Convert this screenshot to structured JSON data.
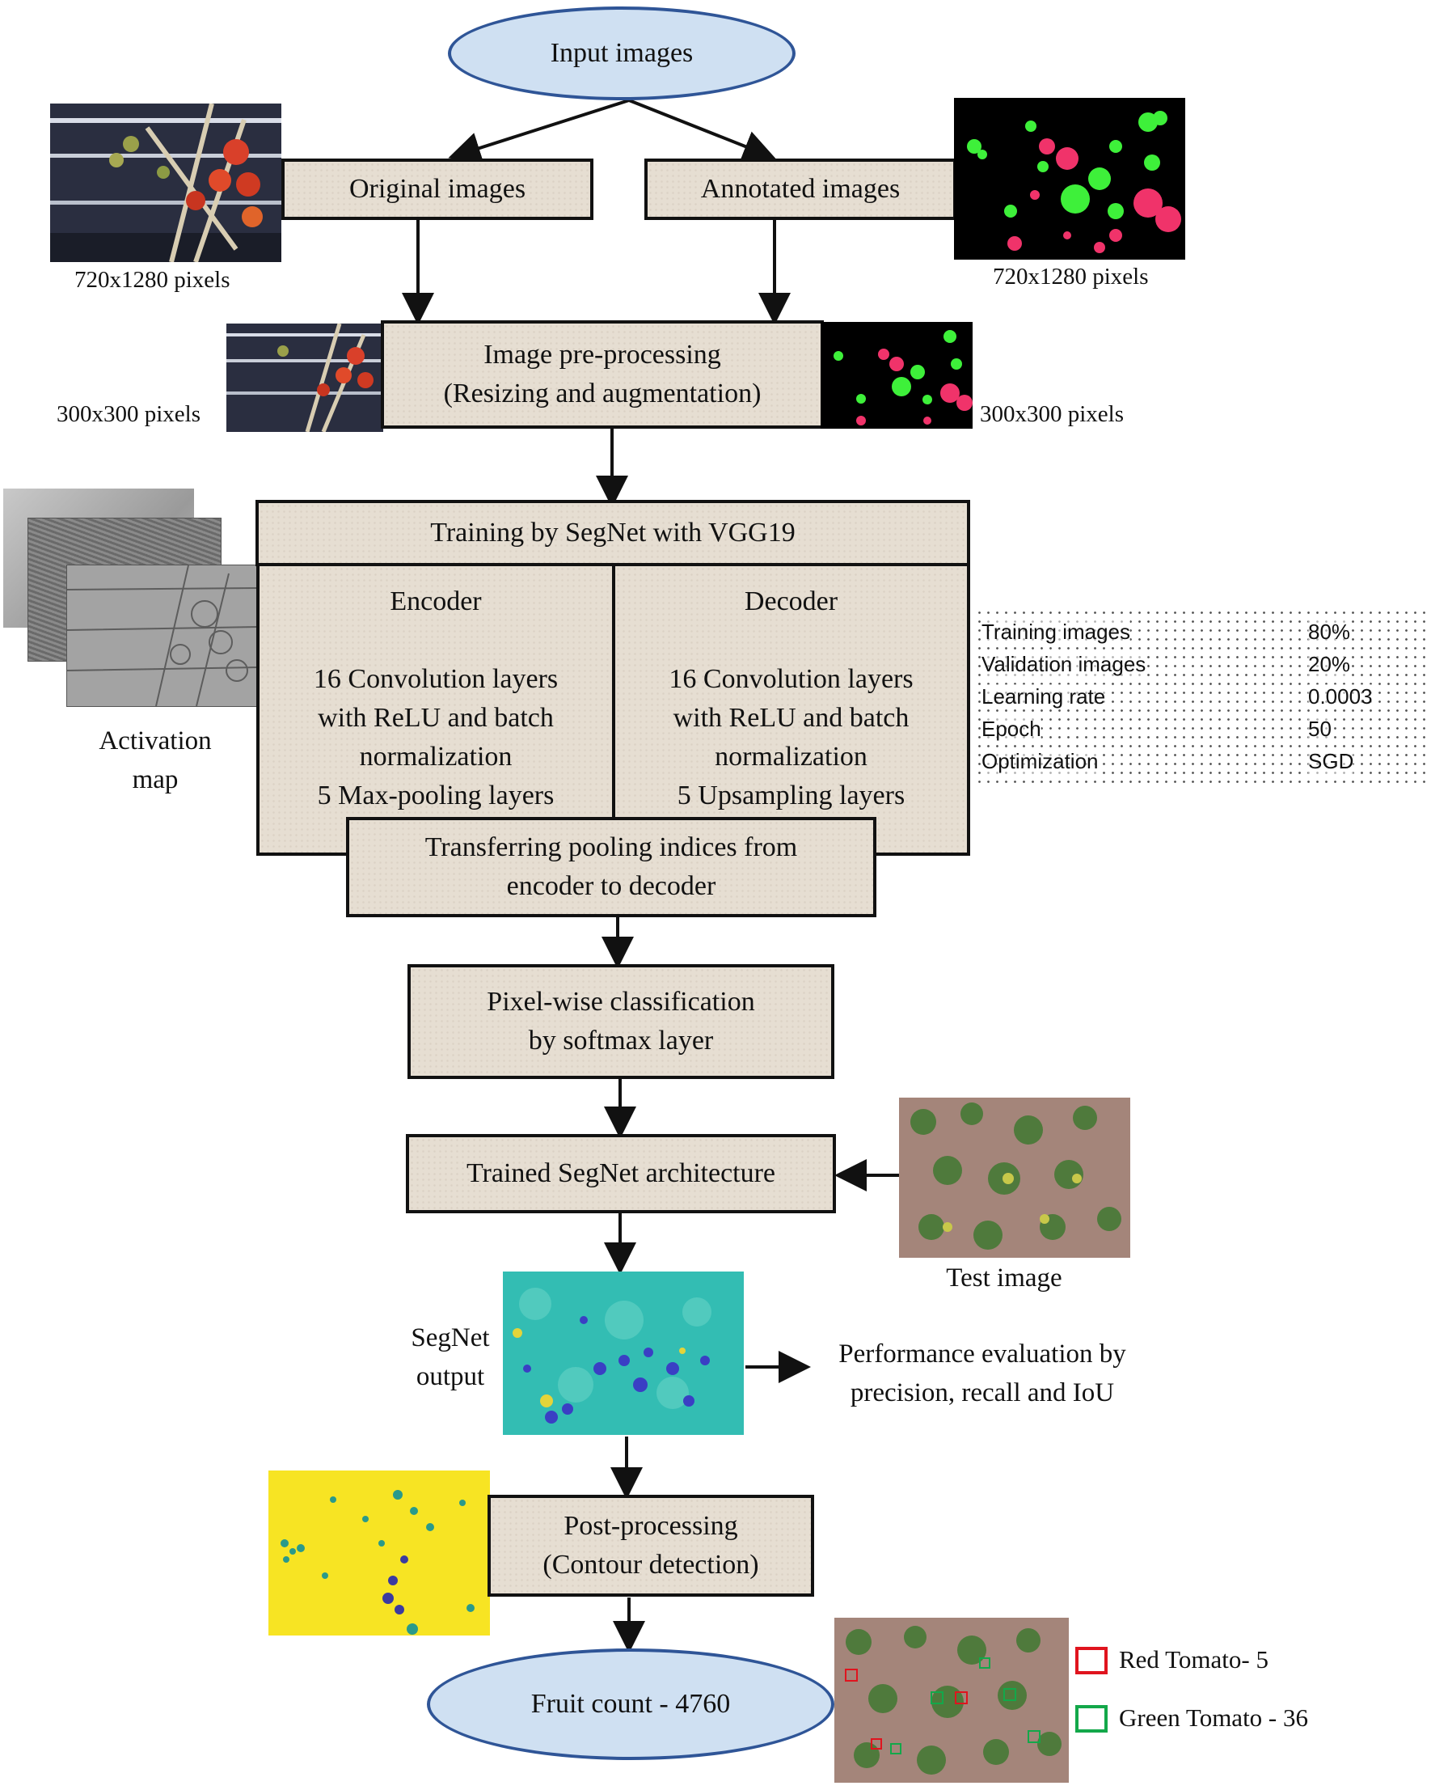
{
  "nodes": {
    "input": "Input images",
    "original": "Original images",
    "annotated": "Annotated images",
    "preprocess_line1": "Image pre-processing",
    "preprocess_line2": "(Resizing and augmentation)",
    "training": "Training by SegNet with VGG19",
    "encoder": {
      "title": "Encoder",
      "line1": "16 Convolution layers",
      "line2": "with ReLU and batch",
      "line3": "normalization",
      "line4": "5 Max-pooling layers"
    },
    "decoder": {
      "title": "Decoder",
      "line1": "16 Convolution layers",
      "line2": "with ReLU and batch",
      "line3": "normalization",
      "line4": "5 Upsampling layers"
    },
    "transfer_line1": "Transferring pooling indices from",
    "transfer_line2": "encoder to decoder",
    "pixelwise_line1": "Pixel-wise classification",
    "pixelwise_line2": "by softmax layer",
    "trained": "Trained SegNet architecture",
    "postproc_line1": "Post-processing",
    "postproc_line2": "(Contour detection)",
    "fruit_count": "Fruit count - 4760"
  },
  "captions": {
    "orig_size": "720x1280 pixels",
    "annot_size": "720x1280 pixels",
    "pre_left_size": "300x300 pixels",
    "pre_right_size": "300x300 pixels",
    "activation_line1": "Activation",
    "activation_line2": "map",
    "test_image": "Test image",
    "segnet_line1": "SegNet",
    "segnet_line2": "output",
    "perf_line1": "Performance evaluation by",
    "perf_line2": "precision, recall and IoU"
  },
  "params": [
    {
      "name": "Training images",
      "value": "80%"
    },
    {
      "name": "Validation images",
      "value": "20%"
    },
    {
      "name": "Learning rate",
      "value": "0.0003"
    },
    {
      "name": "Epoch",
      "value": "50"
    },
    {
      "name": "Optimization",
      "value": "SGD"
    }
  ],
  "legend": {
    "red": {
      "label": "Red Tomato- 5",
      "color": "#e0141e"
    },
    "green": {
      "label": "Green Tomato - 36",
      "color": "#13a84a"
    }
  },
  "colors": {
    "box_fill": "#e6ded2",
    "ellipse_fill": "#cfe0f2",
    "ellipse_border": "#2f5597",
    "mask_red": "#f0336a",
    "mask_green": "#3ef03a",
    "segnet_output": "#2fb8b0",
    "postproc_background": "#f5e125"
  }
}
